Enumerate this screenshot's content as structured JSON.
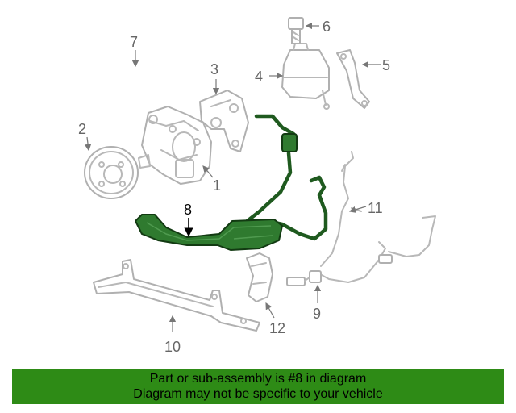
{
  "callouts": {
    "c1": "1",
    "c2": "2",
    "c3": "3",
    "c4": "4",
    "c5": "5",
    "c6": "6",
    "c7": "7",
    "c8": "8",
    "c9": "9",
    "c10": "10",
    "c11": "11",
    "c12": "12"
  },
  "banner": {
    "line1": "Part or sub-assembly is #8 in diagram",
    "line2": "Diagram may not be specific to your vehicle"
  },
  "colors": {
    "highlight": "#2f7a2f",
    "banner": "#2e8b16"
  }
}
